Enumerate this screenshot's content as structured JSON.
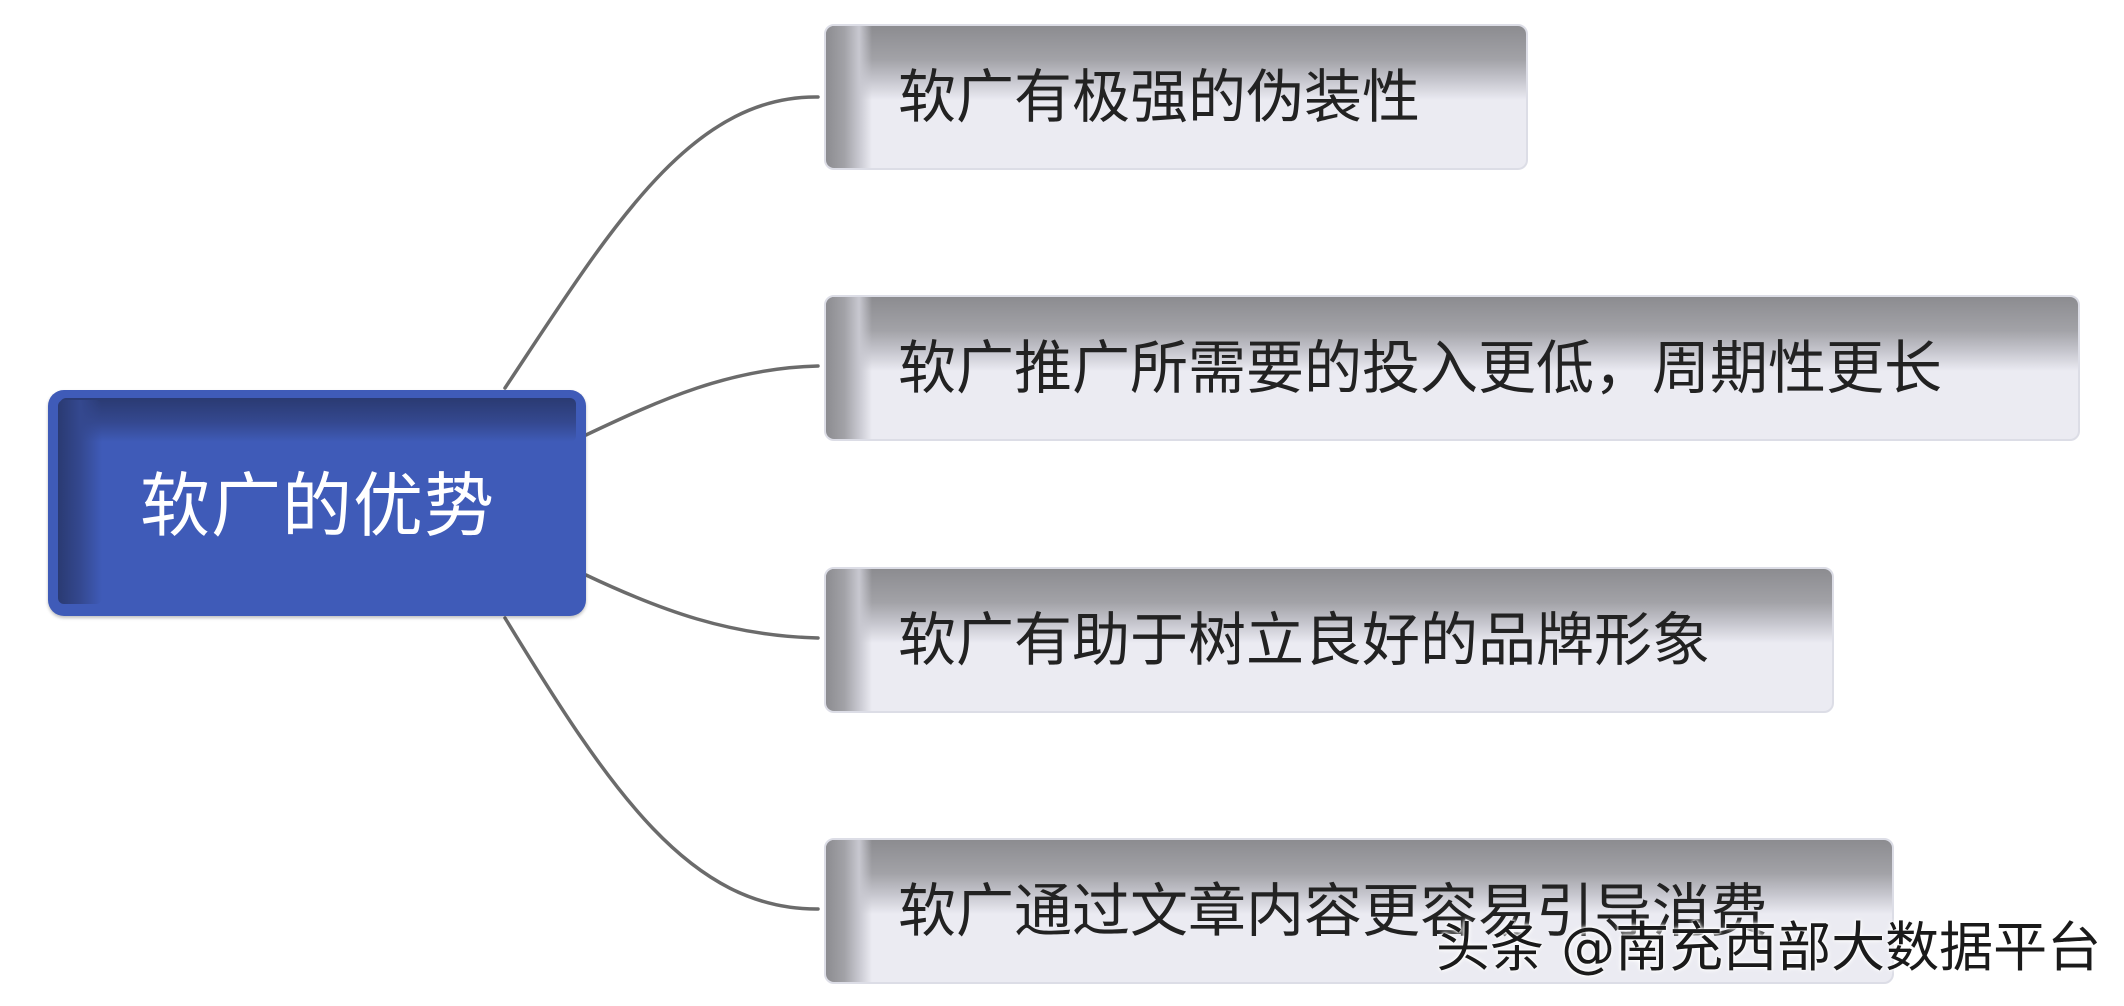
{
  "diagram": {
    "central_topic": "软广的优势",
    "branches": [
      {
        "label": "软广有极强的伪装性"
      },
      {
        "label": "软广推广所需要的投入更低，周期性更长"
      },
      {
        "label": "软广有助于树立良好的品牌形象"
      },
      {
        "label": "软广通过文章内容更容易引导消费"
      }
    ]
  },
  "watermark": "头条 @南充西部大数据平台",
  "colors": {
    "central_fill": "#3f5bb8",
    "branch_fill": "#ebebf2",
    "connector": "#6b6b6b"
  }
}
